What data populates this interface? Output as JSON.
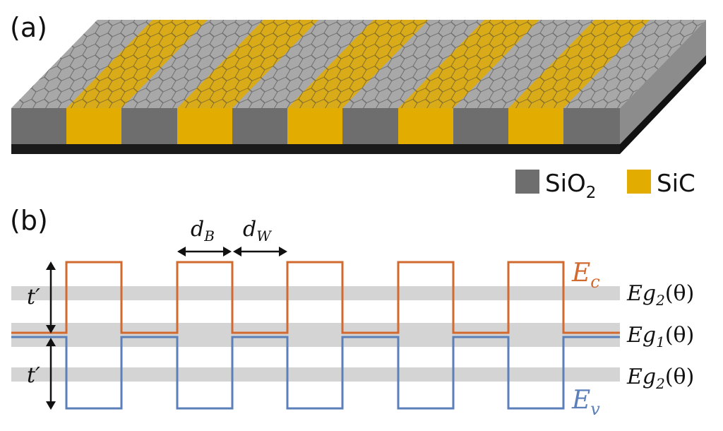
{
  "panel_a": {
    "label": "(a)"
  },
  "legend": {
    "items": [
      {
        "text": "SiO",
        "sub": "2",
        "color": "#6e6e6e"
      },
      {
        "text": "SiC",
        "sub": "",
        "color": "#e3ac00"
      }
    ]
  },
  "panel_b": {
    "label": "(b)",
    "dB": {
      "main": "d",
      "sub": "B"
    },
    "dW": {
      "main": "d",
      "sub": "W"
    },
    "t_left_top": "t′",
    "t_left_bottom": "t′",
    "Ec": {
      "main": "E",
      "sub": "c",
      "color": "#d2692e"
    },
    "Ev": {
      "main": "E",
      "sub": "v",
      "color": "#5b7fb8"
    },
    "band_labels": [
      {
        "main": "Eg",
        "sub": "2",
        "arg": "(θ)"
      },
      {
        "main": "Eg",
        "sub": "1",
        "arg": "(θ)"
      },
      {
        "main": "Eg",
        "sub": "2",
        "arg": "(θ)"
      }
    ]
  },
  "colors": {
    "sio2": "#6e6e6e",
    "sic": "#e3ac00",
    "substrate": "#1a1a1a",
    "band_gray": "#d4d4d4",
    "ec": "#d2692e",
    "ev": "#5b7fb8"
  }
}
